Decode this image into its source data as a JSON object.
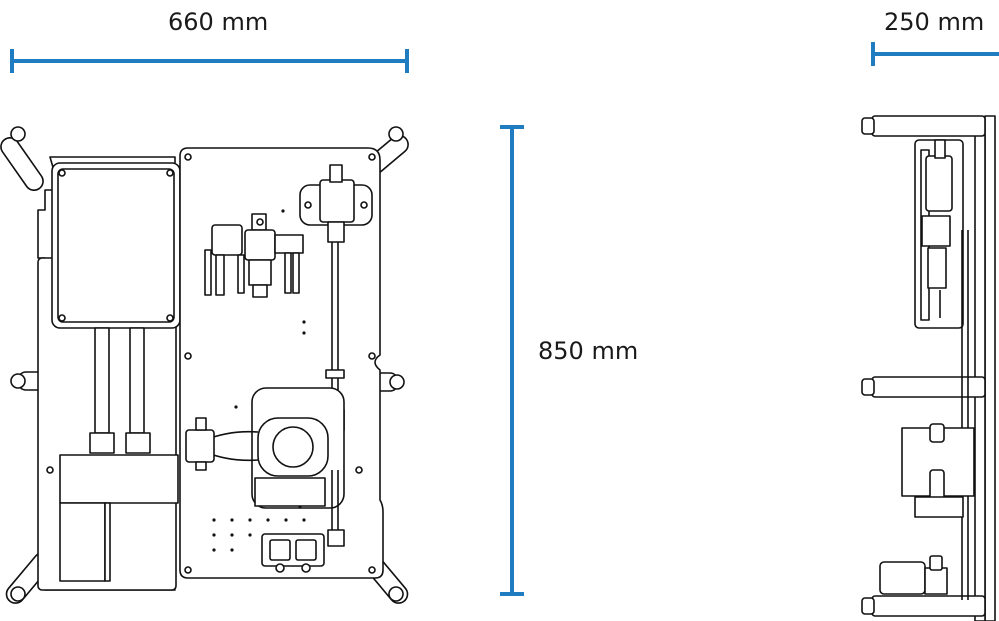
{
  "dimensions": {
    "width_label": "660 mm",
    "height_label": "850 mm",
    "depth_label": "250 mm"
  },
  "colors": {
    "dimension_line": "#1f7cc0",
    "drawing_line": "#111111",
    "background": "#ffffff"
  }
}
